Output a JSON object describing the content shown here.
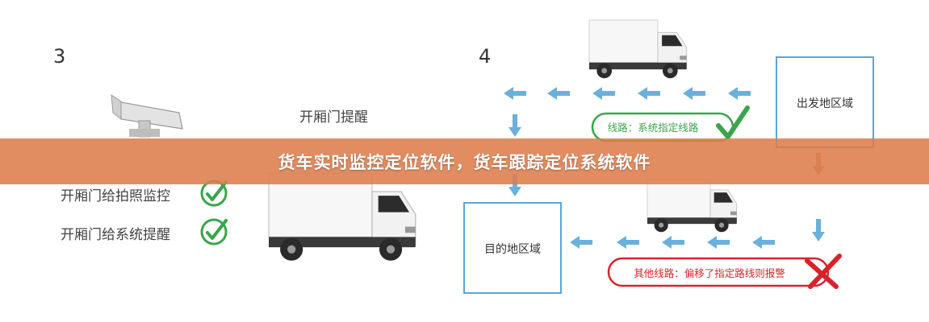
{
  "step_left": "3",
  "step_right": "4",
  "left_panel": {
    "door_alert": "开厢门提醒",
    "items": [
      {
        "label": "开厢门给拍照监控",
        "icon": "check-icon"
      },
      {
        "label": "开厢门给系统提醒",
        "icon": "check-icon"
      }
    ]
  },
  "right_panel": {
    "origin": "出发地区域",
    "destination": "目的地区域",
    "route_ok": "线路：系统指定线路",
    "route_bad": "其他线路：偏移了指定路线则报警"
  },
  "banner": {
    "title": "货车实时监控定位软件，货车跟踪定位系统软件"
  },
  "colors": {
    "arrow": "#6ab0dc",
    "ok": "#3aa54a",
    "bad": "#d8232a",
    "down_arrow": "#c98b6a",
    "banner": "#de7d4b"
  }
}
